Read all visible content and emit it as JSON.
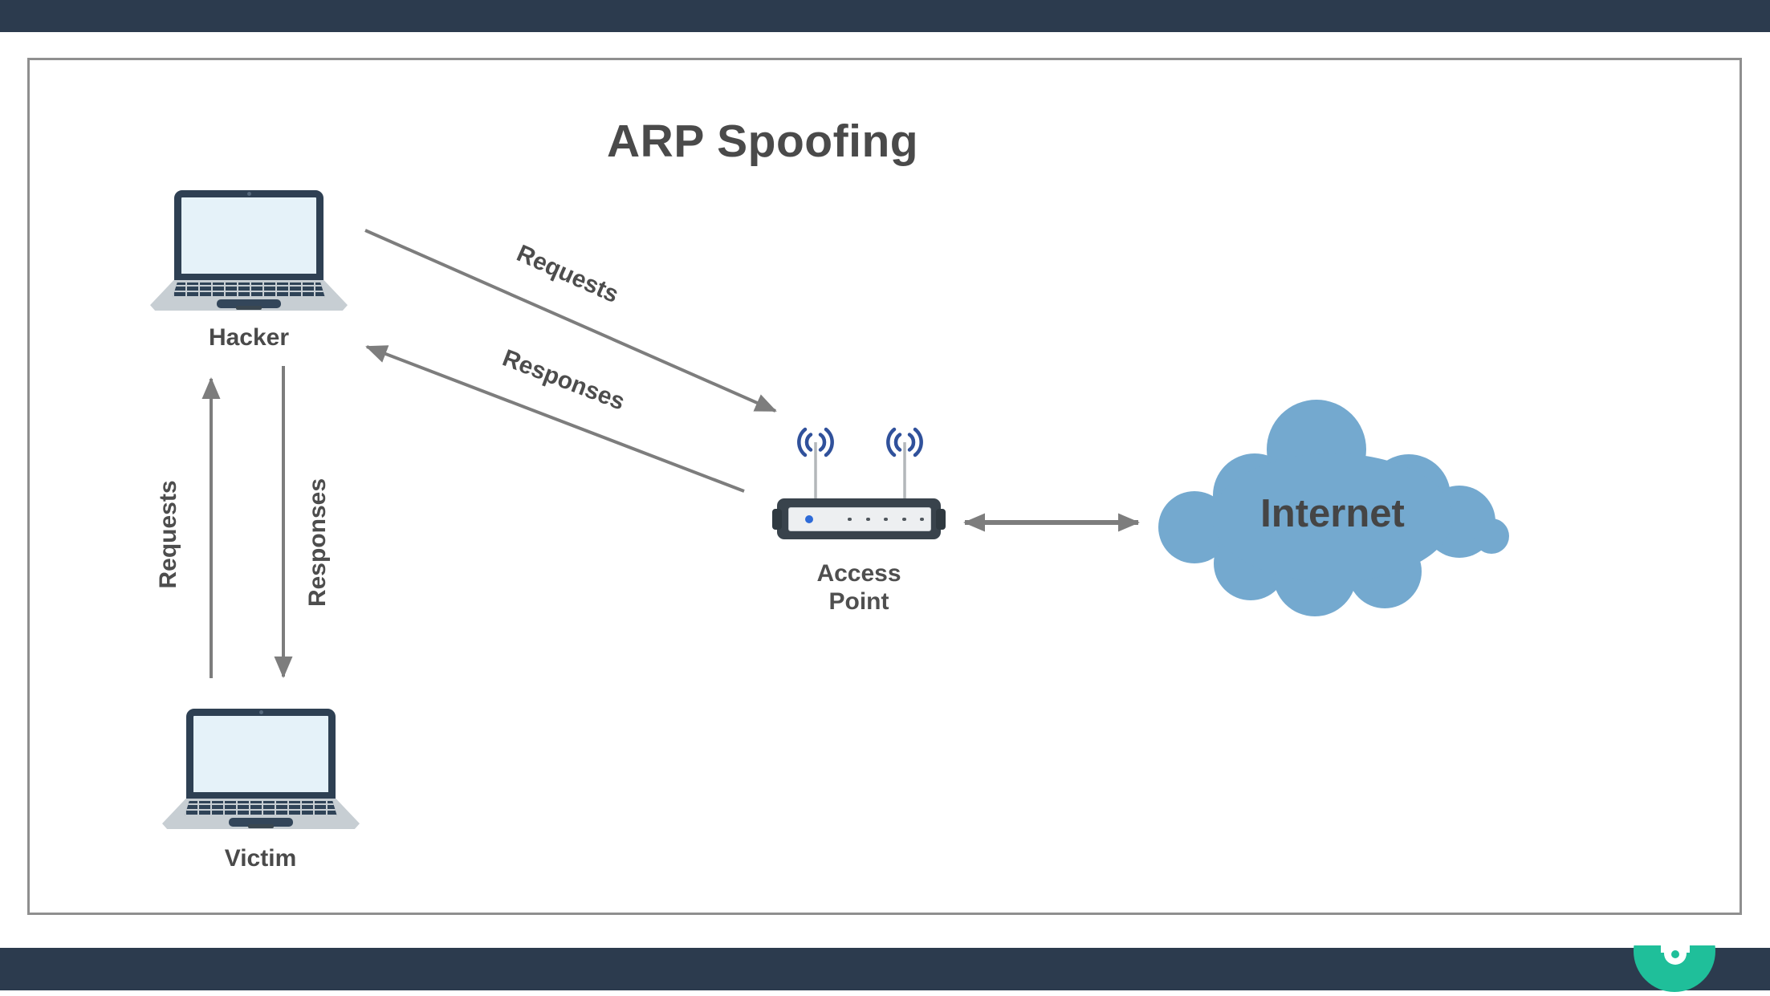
{
  "title": "ARP Spoofing",
  "nodes": {
    "hacker": {
      "label": "Hacker"
    },
    "victim": {
      "label": "Victim"
    },
    "access_point": {
      "label_line1": "Access",
      "label_line2": "Point"
    },
    "internet": {
      "label": "Internet"
    }
  },
  "edges": {
    "hacker_to_ap": {
      "label": "Requests",
      "direction": "hacker-to-access-point"
    },
    "ap_to_hacker": {
      "label": "Responses",
      "direction": "access-point-to-hacker"
    },
    "victim_to_hacker": {
      "label": "Requests",
      "direction": "victim-to-hacker"
    },
    "hacker_to_victim": {
      "label": "Responses",
      "direction": "hacker-to-victim"
    },
    "ap_internet": {
      "direction": "bidirectional"
    }
  },
  "icons": {
    "hacker": "laptop-icon",
    "victim": "laptop-icon",
    "access_point": "wireless-router-icon",
    "internet": "cloud-icon",
    "badge": "brand-logo-badge"
  },
  "colors": {
    "bar_navy": "#2C3B4E",
    "accent_teal": "#1FBF9A",
    "cloud_blue": "#74A9CF",
    "arrow_gray": "#7D7D7D",
    "wifi_blue": "#30519B",
    "border_gray": "#8F8F8F",
    "text_dark": "#4A4A4A"
  }
}
